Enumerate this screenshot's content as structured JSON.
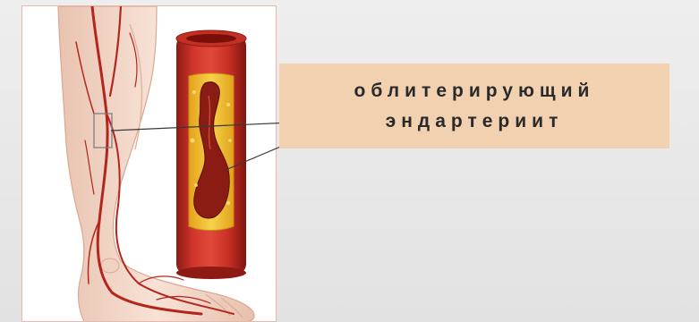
{
  "caption": {
    "line1": "облитерирующий",
    "line2": "эндартериит"
  },
  "illustration": {
    "leg": "leg-with-arteries",
    "vessel": "artery-cross-section-with-plaque"
  },
  "colors": {
    "background": "#e6e6e6",
    "caption_box": "#f1d1b0",
    "artery": "#b3261e",
    "plaque": "#f2c22e",
    "skin": "#f3d9cb"
  }
}
